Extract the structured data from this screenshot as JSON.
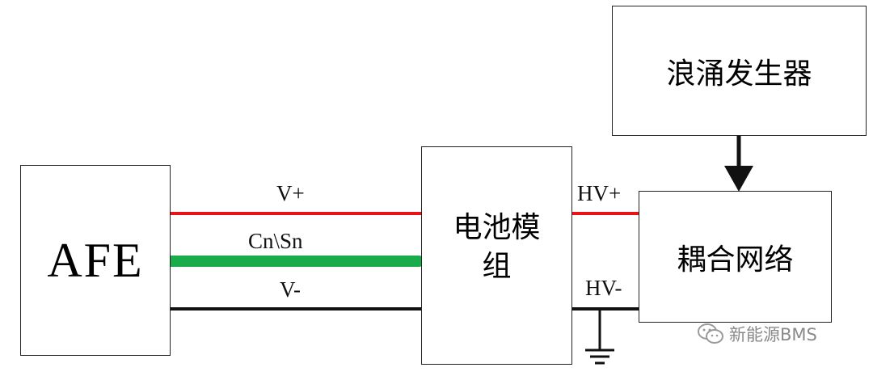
{
  "diagram": {
    "blocks": {
      "afe": "AFE",
      "battery_module": "电池模\n组",
      "surge_generator": "浪涌发生器",
      "coupling_network": "耦合网络"
    },
    "wires": {
      "v_plus": "V+",
      "cn_sn": "Cn\\Sn",
      "v_minus": "V-",
      "hv_plus": "HV+",
      "hv_minus": "HV-"
    },
    "colors": {
      "v_plus": "#e8141a",
      "cn_sn": "#1aab4b",
      "v_minus": "#111111",
      "hv_plus": "#e8141a",
      "hv_minus": "#111111"
    }
  },
  "watermark": {
    "icon": "wechat-icon",
    "text": "新能源BMS"
  }
}
